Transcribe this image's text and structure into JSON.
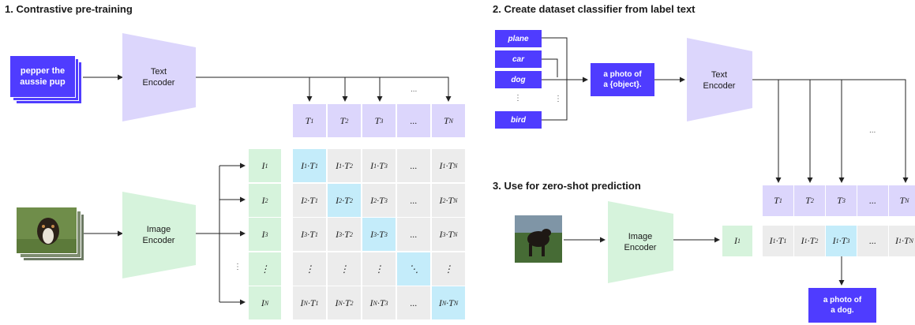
{
  "titles": {
    "t1": "1. Contrastive pre-training",
    "t2": "2. Create dataset classifier from label text",
    "t3": "3. Use for zero-shot prediction"
  },
  "section1": {
    "text_input": [
      "pepper the",
      "aussie pup"
    ],
    "text_encoder": [
      "Text",
      "Encoder"
    ],
    "image_encoder": [
      "Image",
      "Encoder"
    ],
    "text_features": [
      "T1",
      "T2",
      "T3",
      "...",
      "TN"
    ],
    "image_features": [
      "I1",
      "I2",
      "I3",
      "⋮",
      "IN"
    ],
    "matrix": [
      [
        "I1·T1",
        "I1·T2",
        "I1·T3",
        "...",
        "I1·TN"
      ],
      [
        "I2·T1",
        "I2·T2",
        "I2·T3",
        "...",
        "I2·TN"
      ],
      [
        "I3·T1",
        "I3·T2",
        "I3·T3",
        "...",
        "I3·TN"
      ],
      [
        "⋮",
        "⋮",
        "⋮",
        "⋱",
        "⋮"
      ],
      [
        "IN·T1",
        "IN·T2",
        "IN·T3",
        "...",
        "IN·TN"
      ]
    ],
    "ellipsis_top": "...",
    "ellipsis_left": "⋮"
  },
  "section2": {
    "labels": [
      "plane",
      "car",
      "dog",
      "⋮",
      "bird"
    ],
    "template": [
      "a photo of",
      "a {object}."
    ],
    "text_encoder": [
      "Text",
      "Encoder"
    ],
    "ellipsis": "..."
  },
  "section3": {
    "image_encoder": [
      "Image",
      "Encoder"
    ],
    "image_feature": "I1",
    "text_features": [
      "T1",
      "T2",
      "T3",
      "...",
      "TN"
    ],
    "products": [
      "I1·T1",
      "I1·T2",
      "I1·T3",
      "...",
      "I1·TN"
    ],
    "result": [
      "a photo of",
      "a dog."
    ]
  },
  "colors": {
    "accent": "#4f3cff",
    "text_feature": "#dcd6fc",
    "image_feature": "#d6f3dc",
    "highlight": "#c4ecfa",
    "neutral": "#ececec"
  }
}
